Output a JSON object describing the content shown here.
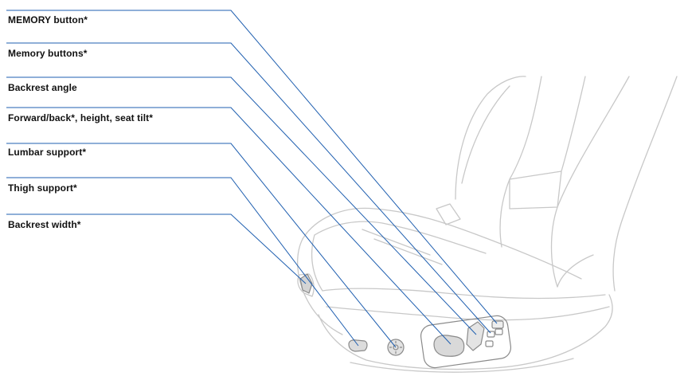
{
  "callouts": [
    {
      "id": "memory-button",
      "label": "MEMORY button*"
    },
    {
      "id": "memory-buttons",
      "label": "Memory buttons*"
    },
    {
      "id": "backrest-angle",
      "label": "Backrest angle"
    },
    {
      "id": "forward-back-height-tilt",
      "label": "Forward/back*, height, seat tilt*"
    },
    {
      "id": "lumbar-support",
      "label": "Lumbar support*"
    },
    {
      "id": "thigh-support",
      "label": "Thigh support*"
    },
    {
      "id": "backrest-width",
      "label": "Backrest width*"
    }
  ],
  "colors": {
    "leader_line": "#1f5fb0",
    "label_underline": "#1f5fb0",
    "seat_outline": "#c8c8c8",
    "control_outline": "#8a8a8a",
    "label_text": "#111111"
  }
}
